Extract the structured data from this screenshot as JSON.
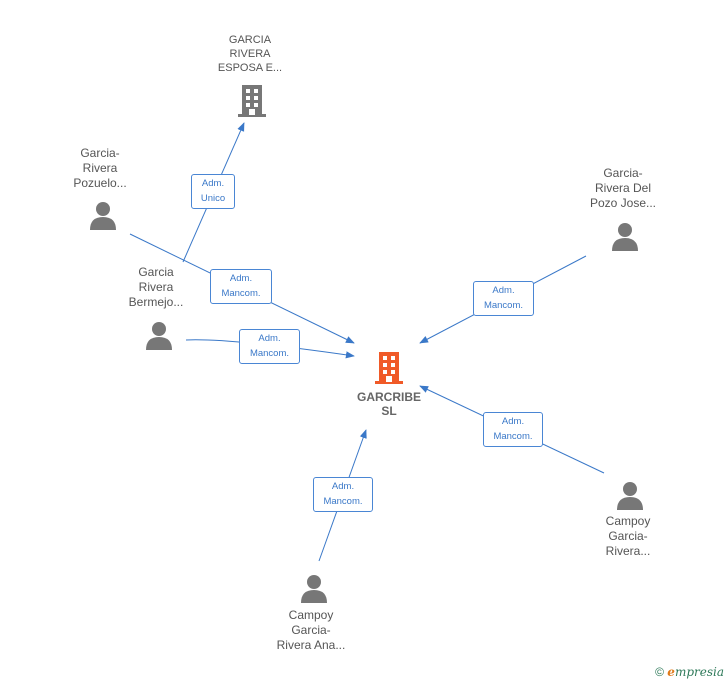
{
  "nodes": {
    "center": {
      "label": "GARCRIBE\nSL",
      "type": "company",
      "color": "#f05a28"
    },
    "parent_company": {
      "label": "GARCIA\nRIVERA\nESPOSA E...",
      "type": "company",
      "color": "#777777"
    },
    "p1": {
      "label": "Garcia-\nRivera\nPozuelo...",
      "type": "person"
    },
    "p2": {
      "label": "Garcia\nRivera\nBermejo...",
      "type": "person"
    },
    "p3": {
      "label": "Garcia-\nRivera Del\nPozo Jose...",
      "type": "person"
    },
    "p4": {
      "label": "Campoy\nGarcia-\nRivera...",
      "type": "person"
    },
    "p5": {
      "label": "Campoy\nGarcia-\nRivera Ana...",
      "type": "person"
    }
  },
  "edges": {
    "e1": {
      "label": "Adm.\nUnico"
    },
    "e2": {
      "label": "Adm.\nMancom."
    },
    "e3": {
      "label": "Adm.\nMancom."
    },
    "e4": {
      "label": "Adm.\nMancom."
    },
    "e5": {
      "label": "Adm.\nMancom."
    },
    "e6": {
      "label": "Adm.\nMancom."
    }
  },
  "colors": {
    "edge": "#3a78c8",
    "person": "#777777"
  },
  "footer": {
    "copyright": "©",
    "brand_initial": "e",
    "brand_rest": "mpresia"
  }
}
